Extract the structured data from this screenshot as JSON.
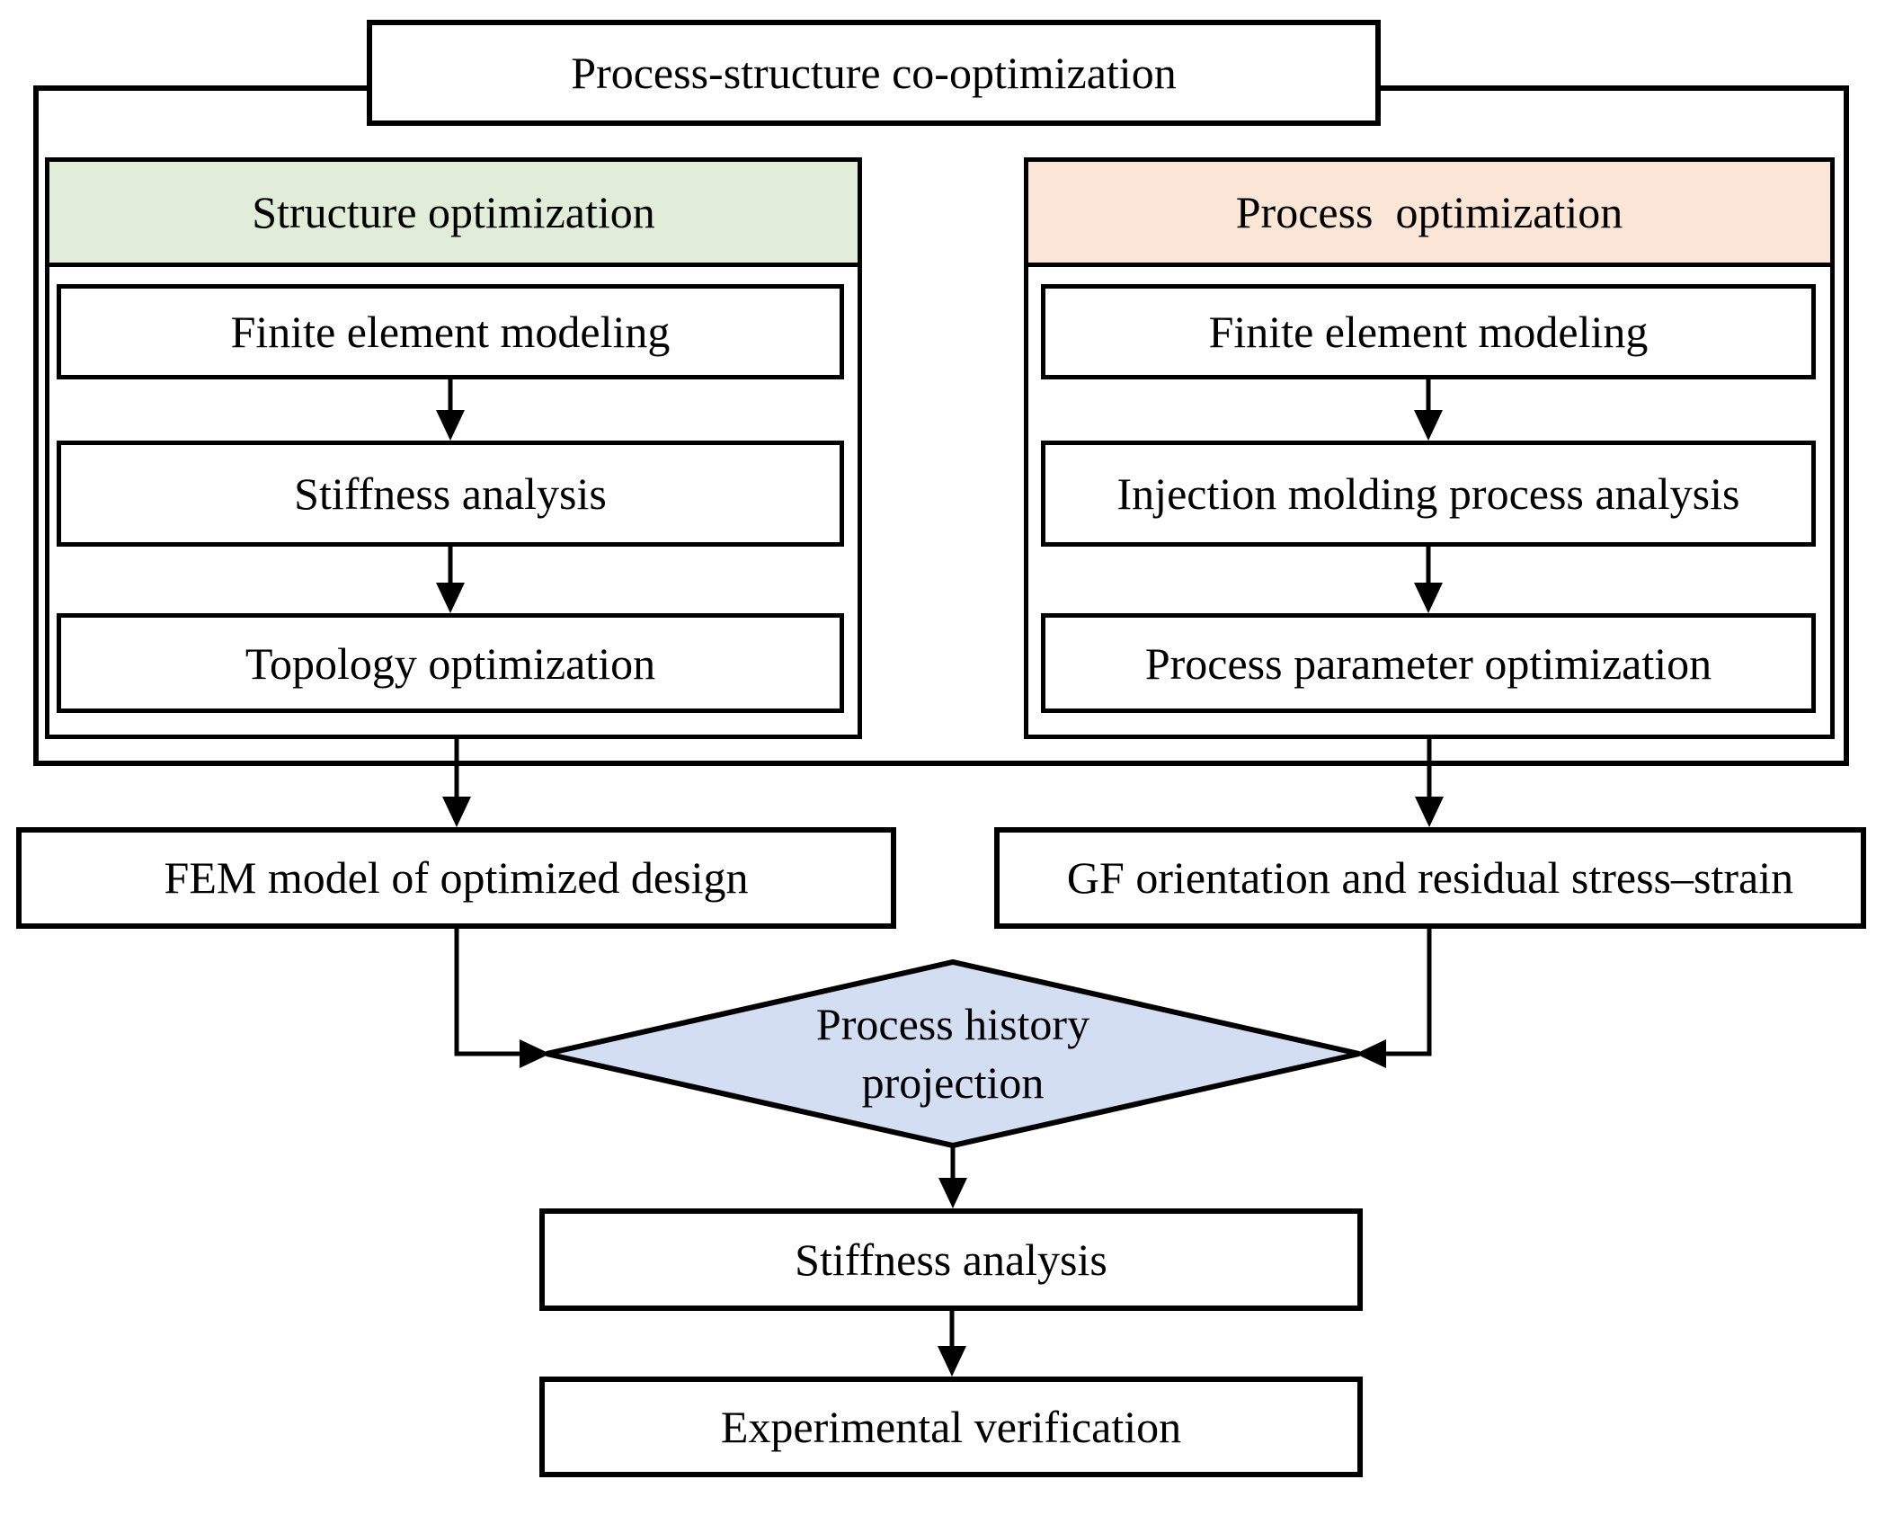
{
  "title": "Process-structure co-optimization",
  "colors": {
    "structure_header_fill": "#e1ecd9",
    "process_header_fill": "#fbe5d6",
    "diamond_fill": "#d4def2",
    "line_color": "#000000"
  },
  "structure_branch": {
    "header": "Structure optimization",
    "steps": [
      "Finite element modeling",
      "Stiffness analysis",
      "Topology optimization"
    ],
    "output": "FEM model of optimized design"
  },
  "process_branch": {
    "header": "Process  optimization",
    "steps": [
      "Finite element modeling",
      "Injection molding process analysis",
      "Process parameter optimization"
    ],
    "output": "GF orientation and residual stress–strain"
  },
  "decision": {
    "label": "Process history\nprojection"
  },
  "final_steps": [
    "Stiffness analysis",
    "Experimental verification"
  ]
}
